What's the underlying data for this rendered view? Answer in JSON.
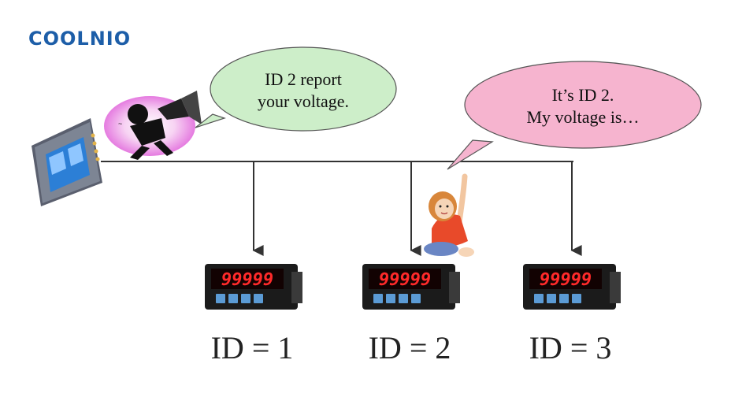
{
  "brand": {
    "name": "COOLNIO",
    "color": "#1d5ea8"
  },
  "master": {
    "device": "hmi-touch-panel",
    "speech": {
      "line1": "ID 2 report",
      "line2": "your voltage.",
      "fill": "#cdeec9"
    }
  },
  "reply": {
    "speech": {
      "line1": "It’s ID 2.",
      "line2": "My voltage is…",
      "fill": "#f6b4cf"
    }
  },
  "meters": [
    {
      "display": "99999",
      "id_label": "ID = 1"
    },
    {
      "display": "99999",
      "id_label": "ID = 2"
    },
    {
      "display": "99999",
      "id_label": "ID = 3"
    }
  ],
  "colors": {
    "bus": "#333333",
    "display_red": "#ff2a2a",
    "key_blue": "#5b9bd5"
  }
}
